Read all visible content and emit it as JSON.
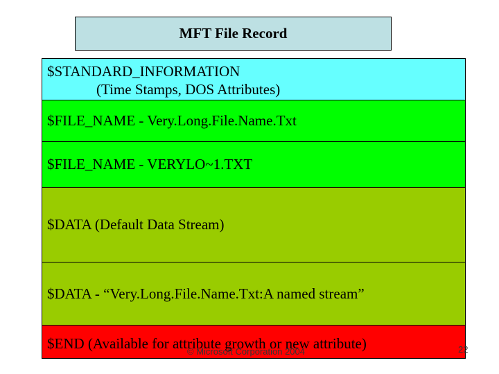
{
  "title": "MFT File Record",
  "colors": {
    "title_bg": "#bde0e3",
    "standard_information": "#66ffff",
    "file_name": "#00ff00",
    "data": "#99cc00",
    "end": "#ff0000"
  },
  "rows": [
    {
      "line1": "$STANDARD_INFORMATION",
      "line2": "(Time Stamps, DOS Attributes)"
    },
    {
      "label": "$FILE_NAME - Very.Long.File.Name.Txt"
    },
    {
      "label": "$FILE_NAME - VERYLO~1.TXT"
    },
    {
      "label": "$DATA (Default Data Stream)"
    },
    {
      "label": "$DATA - “Very.Long.File.Name.Txt:A named stream”"
    },
    {
      "label": "$END (Available for attribute growth or new attribute)"
    }
  ],
  "footer": "© Microsoft Corporation 2004",
  "page_number": "22"
}
